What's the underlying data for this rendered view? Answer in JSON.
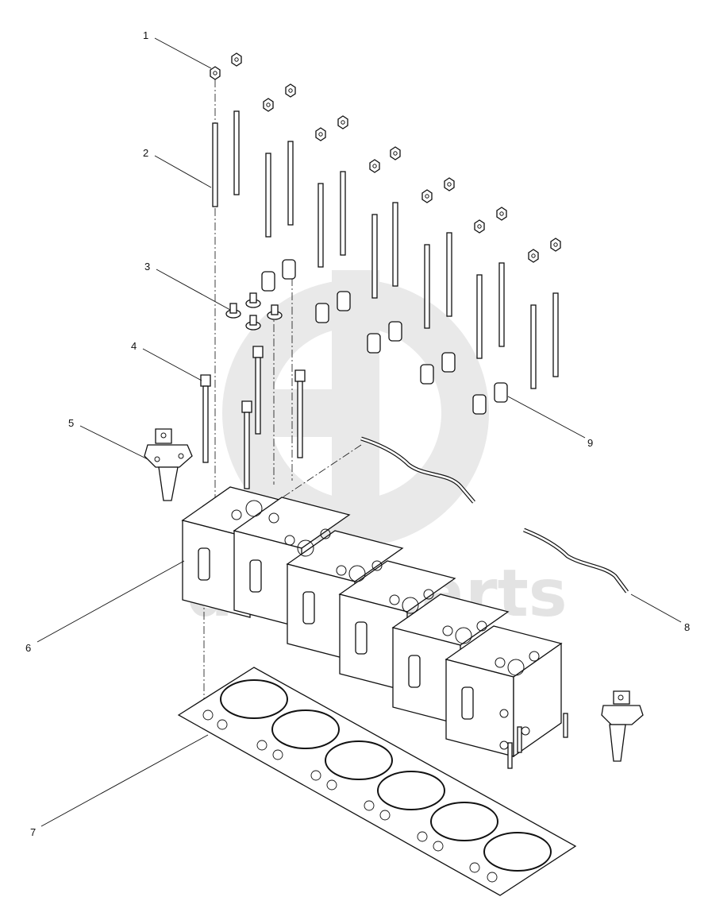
{
  "watermark": {
    "text": "data parts",
    "color": "#e3e3e3"
  },
  "callouts": [
    {
      "id": "1",
      "label": "1"
    },
    {
      "id": "2",
      "label": "2"
    },
    {
      "id": "3",
      "label": "3"
    },
    {
      "id": "4",
      "label": "4"
    },
    {
      "id": "5",
      "label": "5"
    },
    {
      "id": "6",
      "label": "6"
    },
    {
      "id": "7",
      "label": "7"
    },
    {
      "id": "8",
      "label": "8"
    },
    {
      "id": "9",
      "label": "9"
    }
  ],
  "colors": {
    "line": "#111111",
    "background": "#ffffff"
  }
}
